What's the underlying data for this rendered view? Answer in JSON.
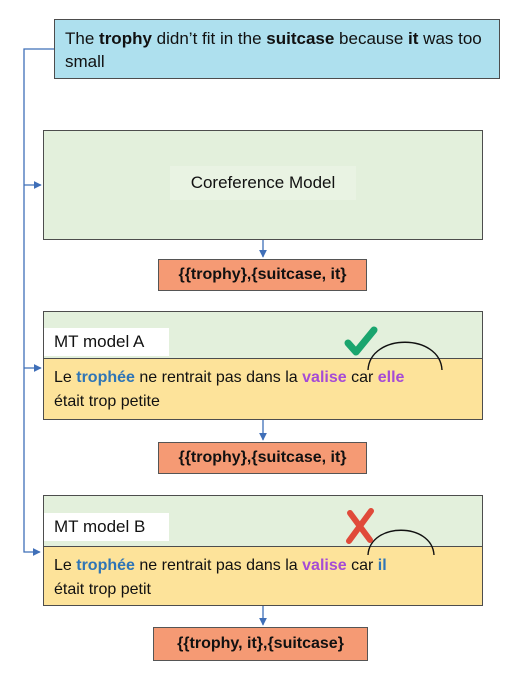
{
  "input_sentence": {
    "w1": "The ",
    "w2": "trophy",
    "w3": " didn’t fit in the ",
    "w4": "suitcase",
    "w5": " because ",
    "w6": "it",
    "w7": " was too small"
  },
  "coreference_model": {
    "label": "Coreference Model"
  },
  "result_1": "{{trophy},{suitcase, it}",
  "mt_model_a": {
    "label": "MT model A",
    "mark_icon": "check-mark-icon",
    "s1": "Le ",
    "s2": "trophée",
    "s3": " ne rentrait pas dans la ",
    "s4": "valise",
    "s5": " car ",
    "s6": "elle",
    "s7": " était trop petite"
  },
  "result_2": "{{trophy},{suitcase, it}",
  "mt_model_b": {
    "label": "MT model B",
    "mark_icon": "cross-mark-icon",
    "s1": "Le ",
    "s2": "trophée",
    "s3": " ne rentrait pas dans la ",
    "s4": "valise",
    "s5": " car ",
    "s6": "il",
    "s7": " était trop petit"
  },
  "result_3": "{{trophy, it},{suitcase}",
  "colors": {
    "input_fill": "#aee0ee",
    "model_fill": "#e3f0dc",
    "translation_fill": "#fde39a",
    "result_fill": "#f59a74",
    "blue_word": "#2e75b6",
    "purple_word": "#a64bd6",
    "check_green": "#1aa56e",
    "cross_red": "#e04a3a",
    "connector": "#3f6fb8"
  }
}
